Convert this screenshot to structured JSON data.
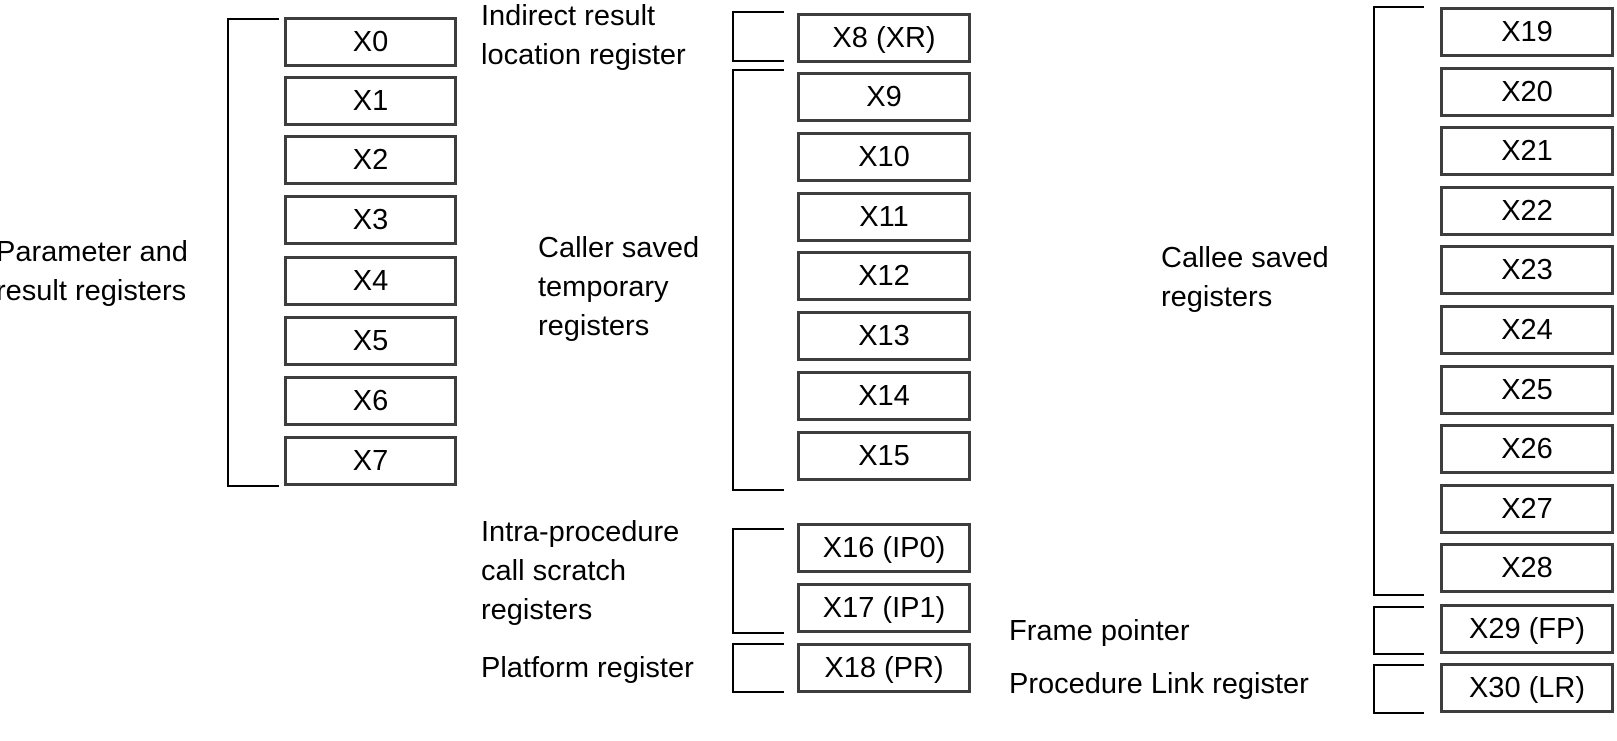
{
  "registers": {
    "X0": "X0",
    "X1": "X1",
    "X2": "X2",
    "X3": "X3",
    "X4": "X4",
    "X5": "X5",
    "X6": "X6",
    "X7": "X7",
    "X8": "X8 (XR)",
    "X9": "X9",
    "X10": "X10",
    "X11": "X11",
    "X12": "X12",
    "X13": "X13",
    "X14": "X14",
    "X15": "X15",
    "X16": "X16 (IP0)",
    "X17": "X17 (IP1)",
    "X18": "X18 (PR)",
    "X19": "X19",
    "X20": "X20",
    "X21": "X21",
    "X22": "X22",
    "X23": "X23",
    "X24": "X24",
    "X25": "X25",
    "X26": "X26",
    "X27": "X27",
    "X28": "X28",
    "X29": "X29 (FP)",
    "X30": "X30 (LR)"
  },
  "labels": {
    "parameter_result": [
      "Parameter and",
      "result registers"
    ],
    "indirect_result": [
      "Indirect result",
      "location register"
    ],
    "caller_saved": [
      "Caller saved",
      "temporary",
      "registers"
    ],
    "intra_procedure": [
      "Intra-procedure",
      "call scratch",
      "registers"
    ],
    "platform": [
      "Platform register"
    ],
    "callee_saved": [
      "Callee saved",
      "registers"
    ],
    "frame_pointer": [
      "Frame pointer"
    ],
    "link_register": [
      "Procedure Link register"
    ]
  }
}
